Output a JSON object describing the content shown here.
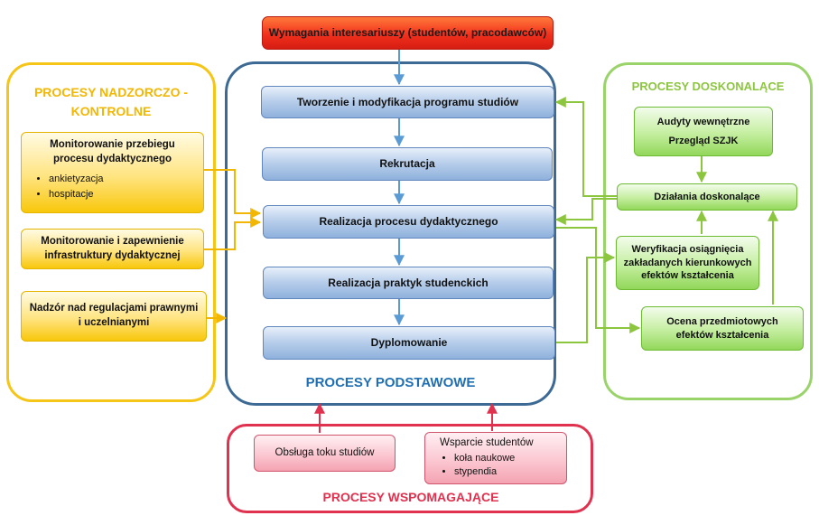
{
  "top": {
    "label": "Wymagania interesariuszy (studentów, pracodawców)"
  },
  "core": {
    "title": "PROCESY PODSTAWOWE",
    "steps": [
      "Tworzenie i modyfikacja programu studiów",
      "Rekrutacja",
      "Realizacja procesu dydaktycznego",
      "Realizacja praktyk studenckich",
      "Dyplomowanie"
    ]
  },
  "left": {
    "title_line1": "PROCESY NADZORCZO -",
    "title_line2": "KONTROLNE",
    "box1": {
      "title": "Monitorowanie przebiegu procesu dydaktycznego",
      "items": [
        "ankietyzacja",
        "hospitacje"
      ]
    },
    "box2": {
      "title": "Monitorowanie i zapewnienie infrastruktury dydaktycznej"
    },
    "box3": {
      "title": "Nadzór nad regulacjami prawnymi i uczelnianymi"
    }
  },
  "right": {
    "title": "PROCESY DOSKONALĄCE",
    "audyty_line1": "Audyty wewnętrzne",
    "audyty_line2": "Przegląd SZJK",
    "dzialania": "Działania doskonalące",
    "weryfikacja": "Weryfikacja osiągnięcia zakładanych kierunkowych efektów kształcenia",
    "ocena": "Ocena przedmiotowych efektów kształcenia"
  },
  "bottom": {
    "title": "PROCESY WSPOMAGAJĄCE",
    "obsluga": "Obsługa toku studiów",
    "wsparcie": {
      "title": "Wsparcie studentów",
      "items": [
        "koła naukowe",
        "stypendia"
      ]
    }
  },
  "colors": {
    "core_border": "#3d6a94",
    "core_title": "#1f6fb2",
    "left_border": "#f5c518",
    "left_title": "#f2b705",
    "right_border": "#9ad36a",
    "right_title": "#8cc63f",
    "bottom_border": "#e0314f",
    "bottom_title": "#e0314f",
    "arrow_blue": "#5b9bd5",
    "arrow_yellow": "#f2b705",
    "arrow_green": "#8cc63f",
    "arrow_red": "#e0314f"
  }
}
